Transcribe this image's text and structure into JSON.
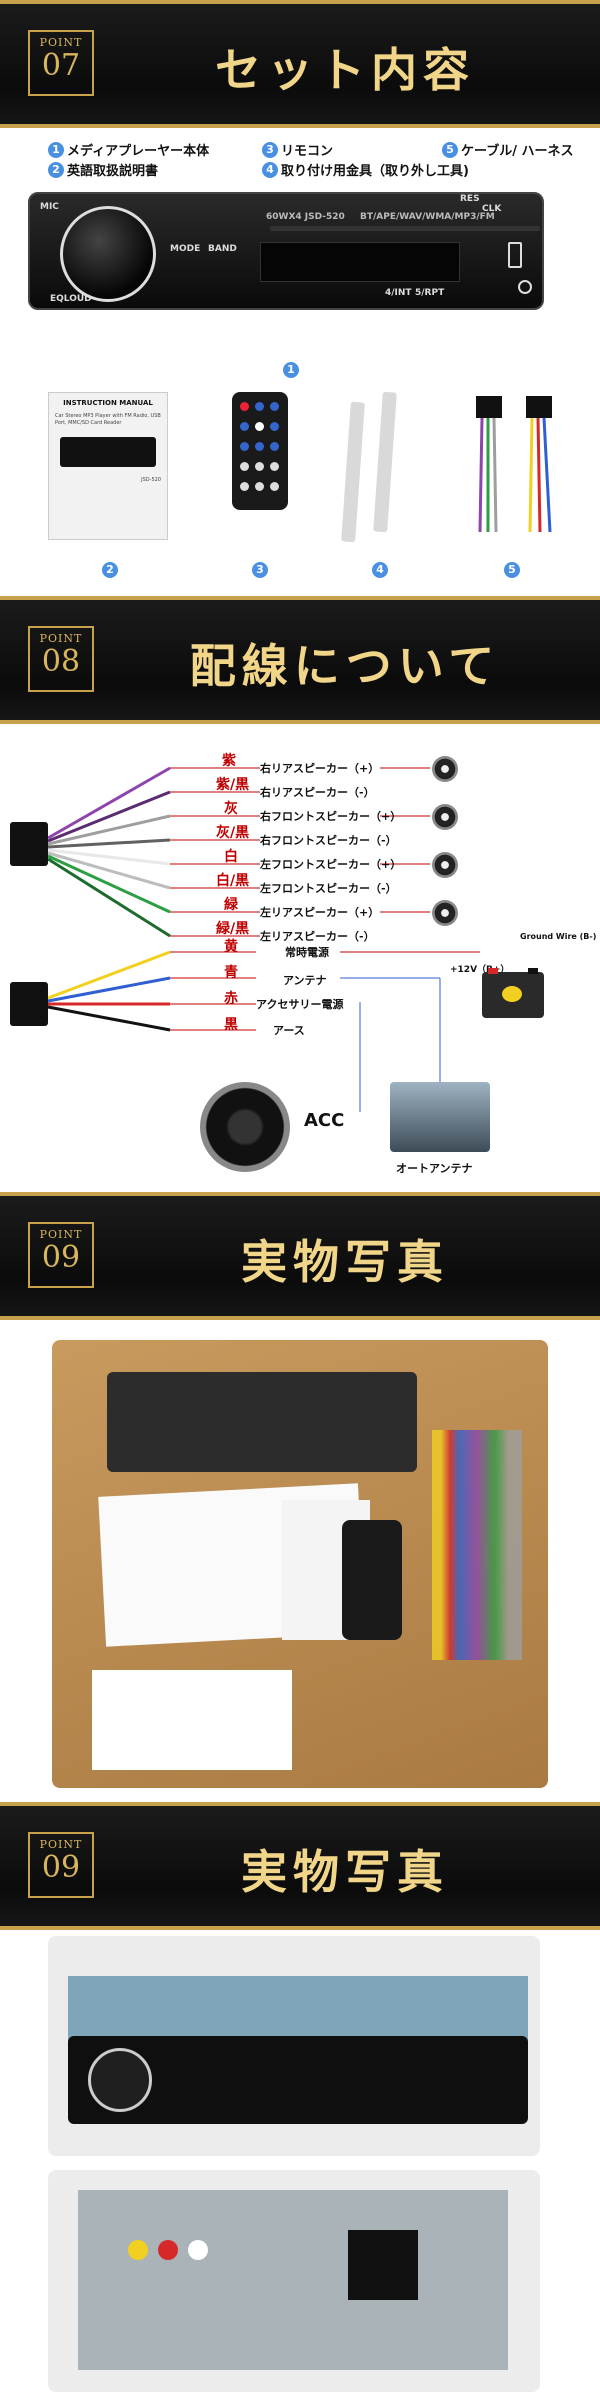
{
  "sections": {
    "s1": {
      "point_word": "POINT",
      "point_num": "07",
      "title": "セット内容"
    },
    "s2": {
      "point_word": "POINT",
      "point_num": "08",
      "title": "配線について"
    },
    "s3": {
      "point_word": "POINT",
      "point_num": "09",
      "title": "実物写真"
    },
    "s4": {
      "point_word": "POINT",
      "point_num": "09",
      "title": "実物写真"
    }
  },
  "contents": {
    "items": [
      {
        "num": "1",
        "label": "メディアプレーヤー本体"
      },
      {
        "num": "2",
        "label": "英語取扱説明書"
      },
      {
        "num": "3",
        "label": "リモコン"
      },
      {
        "num": "4",
        "label": "取り付け用金具（取り外し工具)"
      },
      {
        "num": "5",
        "label": "ケーブル/ ハーネス"
      }
    ]
  },
  "stereo": {
    "model": "60WX4  JSD-520",
    "formats": "BT/APE/WAV/WMA/MP3/FM",
    "mic": "MIC",
    "res": "RES",
    "clk": "CLK",
    "mode": "MODE",
    "band": "BAND",
    "eq": "EQLOUD",
    "k1": "4/INT",
    "k2": "5/RPT"
  },
  "manual": {
    "title": "INSTRUCTION MANUAL",
    "subtitle": "Car Stereo MP3 Player with FM Radio, USB Port, MMC/SD Card Reader",
    "model": "JSD-520"
  },
  "wiring_speakers": [
    {
      "color_name": "紫",
      "color_hex": "#8e44ad",
      "label": "右リアスピーカー（+）"
    },
    {
      "color_name": "紫/黒",
      "color_hex": "#5b2c6f",
      "label": "右リアスピーカー（-）"
    },
    {
      "color_name": "灰",
      "color_hex": "#9e9e9e",
      "label": "右フロントスピーカー（+）"
    },
    {
      "color_name": "灰/黒",
      "color_hex": "#616161",
      "label": "右フロントスピーカー（-）"
    },
    {
      "color_name": "白",
      "color_hex": "#e8e8e8",
      "label": "左フロントスピーカー（+）"
    },
    {
      "color_name": "白/黒",
      "color_hex": "#bdbdbd",
      "label": "左フロントスピーカー（-）"
    },
    {
      "color_name": "緑",
      "color_hex": "#2e9e44",
      "label": "左リアスピーカー（+）"
    },
    {
      "color_name": "緑/黒",
      "color_hex": "#1d6b2d",
      "label": "左リアスピーカー（-）"
    }
  ],
  "wiring_power": [
    {
      "color_name": "黄",
      "color_hex": "#f2d021",
      "label": "常時電源"
    },
    {
      "color_name": "青",
      "color_hex": "#2f5fd0",
      "label": "アンテナ"
    },
    {
      "color_name": "赤",
      "color_hex": "#d62828",
      "label": "アクセサリー電源"
    },
    {
      "color_name": "黒",
      "color_hex": "#111111",
      "label": "アース"
    }
  ],
  "power_extra": {
    "battery_plus": "+12V（B+）",
    "ground": "Ground Wire (B-)",
    "acc": "ACC",
    "auto_antenna": "オートアンテナ"
  },
  "colors": {
    "gold": "#c8a24a",
    "marker_red": "#c00000",
    "num_blue": "#4a90e2"
  }
}
